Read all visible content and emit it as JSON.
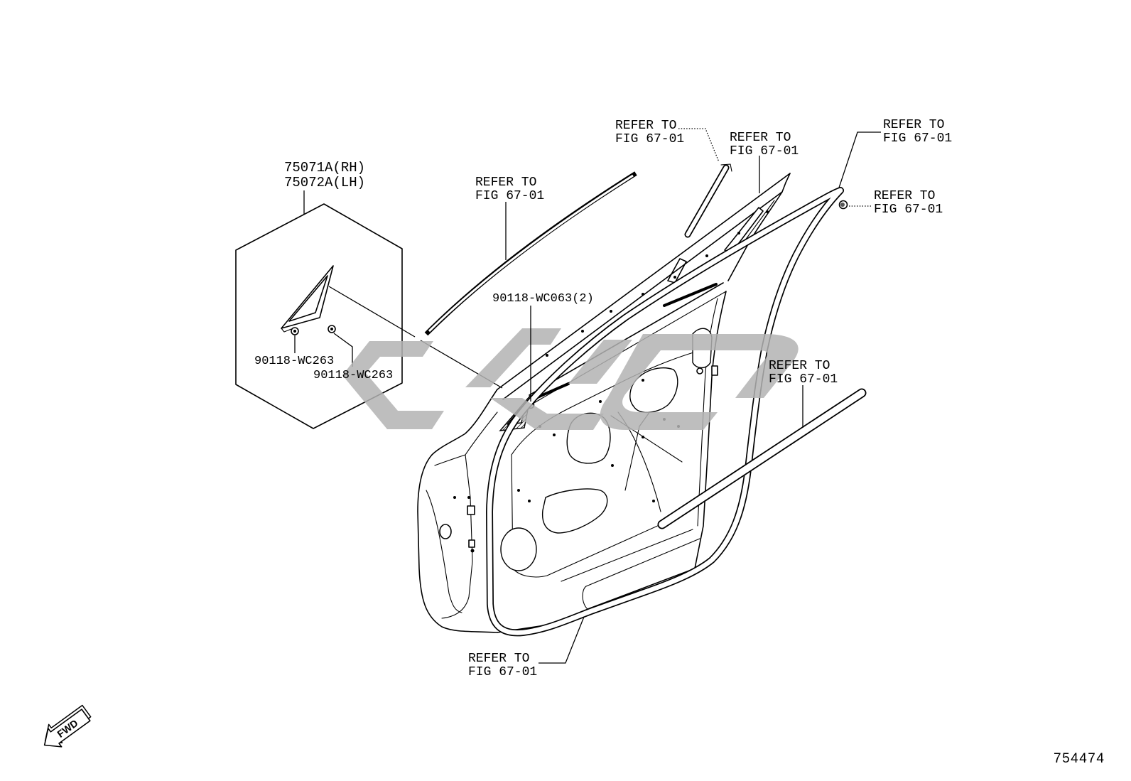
{
  "figure": {
    "number": "754474",
    "forward_indicator": "FWD"
  },
  "parts": {
    "glass_rh": "75071A(RH)",
    "glass_lh": "75072A(LH)",
    "bolt_left": "90118-WC263",
    "bolt_right": "90118-WC263",
    "door_bolt": "90118-WC063(2)"
  },
  "references": [
    {
      "line1": "REFER TO",
      "line2": "FIG 67-01"
    },
    {
      "line1": "REFER TO",
      "line2": "FIG 67-01"
    },
    {
      "line1": "REFER TO",
      "line2": "FIG 67-01"
    },
    {
      "line1": "REFER TO",
      "line2": "FIG 67-01"
    },
    {
      "line1": "REFER TO",
      "line2": "FIG 67-01"
    },
    {
      "line1": "REFER TO",
      "line2": "FIG 67-01"
    },
    {
      "line1": "REFER TO",
      "line2": "FIG 67-01"
    }
  ],
  "icons": {
    "forward": "fwd-arrow-icon",
    "watermark": "watermark-logo"
  },
  "colors": {
    "lines": "#000000",
    "watermark": "#b3b3b3",
    "background": "#ffffff"
  }
}
